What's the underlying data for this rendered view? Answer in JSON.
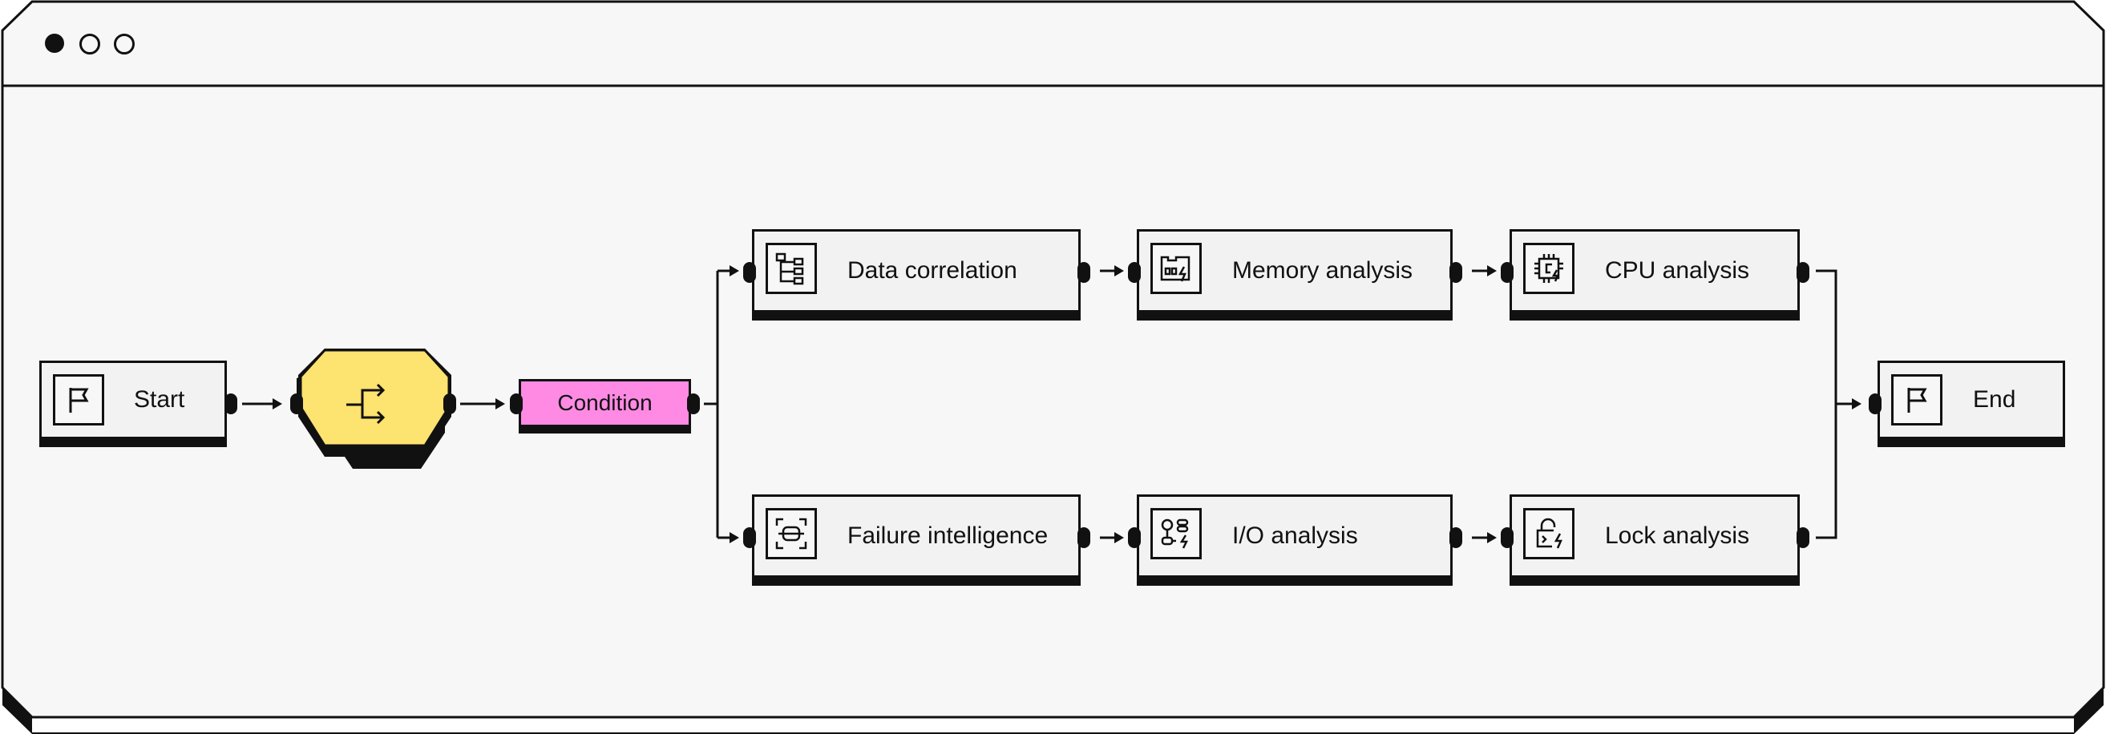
{
  "window": {
    "controls": [
      "close-dot",
      "minimize-dot",
      "maximize-dot"
    ]
  },
  "nodes": {
    "start": {
      "label": "Start",
      "icon": "flag-icon"
    },
    "router": {
      "icon": "split-arrows-icon",
      "color": "#fde36f"
    },
    "condition": {
      "label": "Condition",
      "color": "#ff8ae4"
    },
    "data_correlation": {
      "label": "Data correlation",
      "icon": "hierarchy-icon"
    },
    "memory_analysis": {
      "label": "Memory analysis",
      "icon": "memory-card-icon"
    },
    "cpu_analysis": {
      "label": "CPU analysis",
      "icon": "cpu-chip-icon"
    },
    "failure_intelligence": {
      "label": "Failure intelligence",
      "icon": "scan-icon"
    },
    "io_analysis": {
      "label": "I/O analysis",
      "icon": "io-nodes-icon"
    },
    "lock_analysis": {
      "label": "Lock analysis",
      "icon": "lock-bolt-icon"
    },
    "end": {
      "label": "End",
      "icon": "flag-icon"
    }
  },
  "colors": {
    "background": "#f7f7f7",
    "node_fill": "#f2f2f2",
    "stroke": "#111111"
  }
}
